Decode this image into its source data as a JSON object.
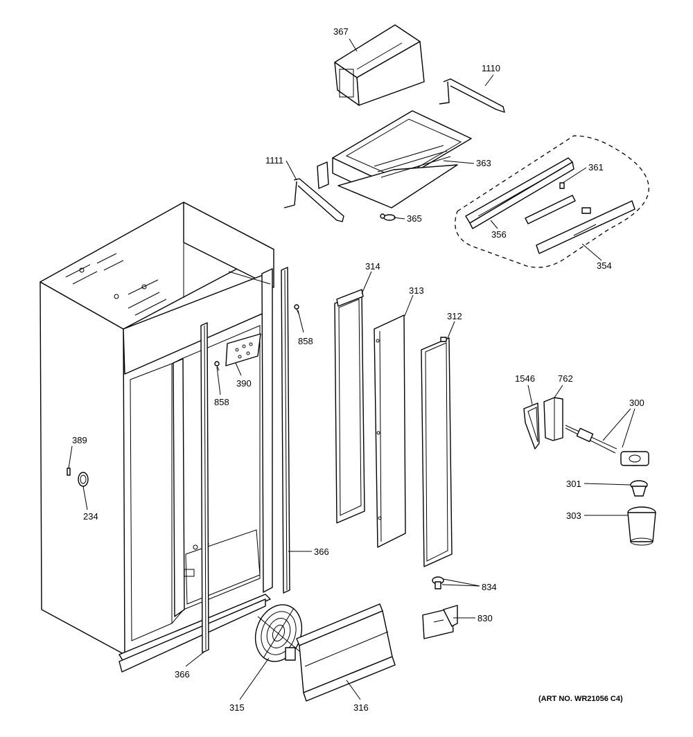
{
  "diagram": {
    "art_number": "(ART NO. WR21056 C4)",
    "callouts": {
      "p367": "367",
      "p1110": "1110",
      "p363": "363",
      "p1111": "1111",
      "p361": "361",
      "p365": "365",
      "p356": "356",
      "p354": "354",
      "p314": "314",
      "p313": "313",
      "p312": "312",
      "p858a": "858",
      "p858b": "858",
      "p390": "390",
      "p1546": "1546",
      "p762": "762",
      "p300": "300",
      "p389": "389",
      "p234": "234",
      "p301": "301",
      "p303": "303",
      "p366a": "366",
      "p366b": "366",
      "p834": "834",
      "p830": "830",
      "p315": "315",
      "p316": "316"
    }
  }
}
